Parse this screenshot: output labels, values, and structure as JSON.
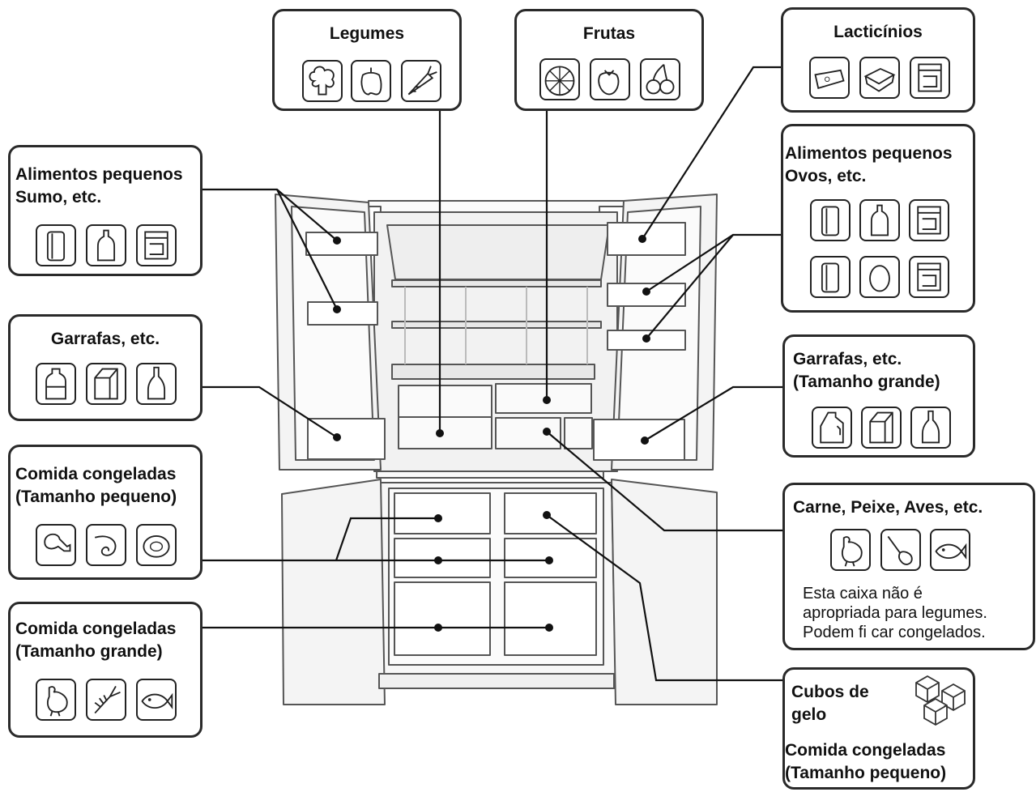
{
  "labels": {
    "legumes": "Legumes",
    "frutas": "Frutas",
    "lacticinios": "Lacticínios",
    "alimentos_left_1": "Alimentos pequenos",
    "alimentos_left_2": "Sumo, etc.",
    "alimentos_right_1": "Alimentos pequenos",
    "alimentos_right_2": "Ovos, etc.",
    "garrafas_left": "Garrafas, etc.",
    "garrafas_right_1": "Garrafas, etc.",
    "garrafas_right_2": "(Tamanho grande)",
    "congeladas_small_1": "Comida congeladas",
    "congeladas_small_2": "(Tamanho pequeno)",
    "congeladas_large_1": "Comida congeladas",
    "congeladas_large_2": "(Tamanho grande)",
    "carne": "Carne, Peixe, Aves, etc.",
    "note_1": "Esta caixa não é",
    "note_2": "apropriada para legumes.",
    "note_3": "Podem fi car congelados.",
    "cubos_1": "Cubos de",
    "cubos_2": "gelo",
    "cubos_congeladas_1": "Comida congeladas",
    "cubos_congeladas_2": "(Tamanho pequeno)"
  },
  "icons": {
    "legumes": [
      "broccoli-icon",
      "pepper-icon",
      "carrot-icon"
    ],
    "frutas": [
      "orange-slice-icon",
      "strawberry-icon",
      "cherry-icon"
    ],
    "lacticinios": [
      "cheese-icon",
      "butter-icon",
      "container-icon"
    ],
    "alimentos_left": [
      "can-icon",
      "sauce-bottle-icon",
      "container-icon"
    ],
    "alimentos_right_row1": [
      "can-icon",
      "sauce-bottle-icon",
      "container-icon"
    ],
    "alimentos_right_row2": [
      "can-icon",
      "egg-icon",
      "container-icon"
    ],
    "garrafas_left": [
      "plastic-bottle-icon",
      "milk-carton-icon",
      "glass-bottle-icon"
    ],
    "garrafas_right": [
      "jug-icon",
      "milk-carton-icon",
      "glass-bottle-icon"
    ],
    "congeladas_small": [
      "chicken-leg-icon",
      "shrimp-icon",
      "fish-steak-icon"
    ],
    "congeladas_large": [
      "chicken-icon",
      "lobster-icon",
      "fish-icon"
    ],
    "carne": [
      "chicken-icon",
      "meat-leg-icon",
      "fish-icon"
    ],
    "cubos": [
      "ice-cubes-icon"
    ]
  }
}
